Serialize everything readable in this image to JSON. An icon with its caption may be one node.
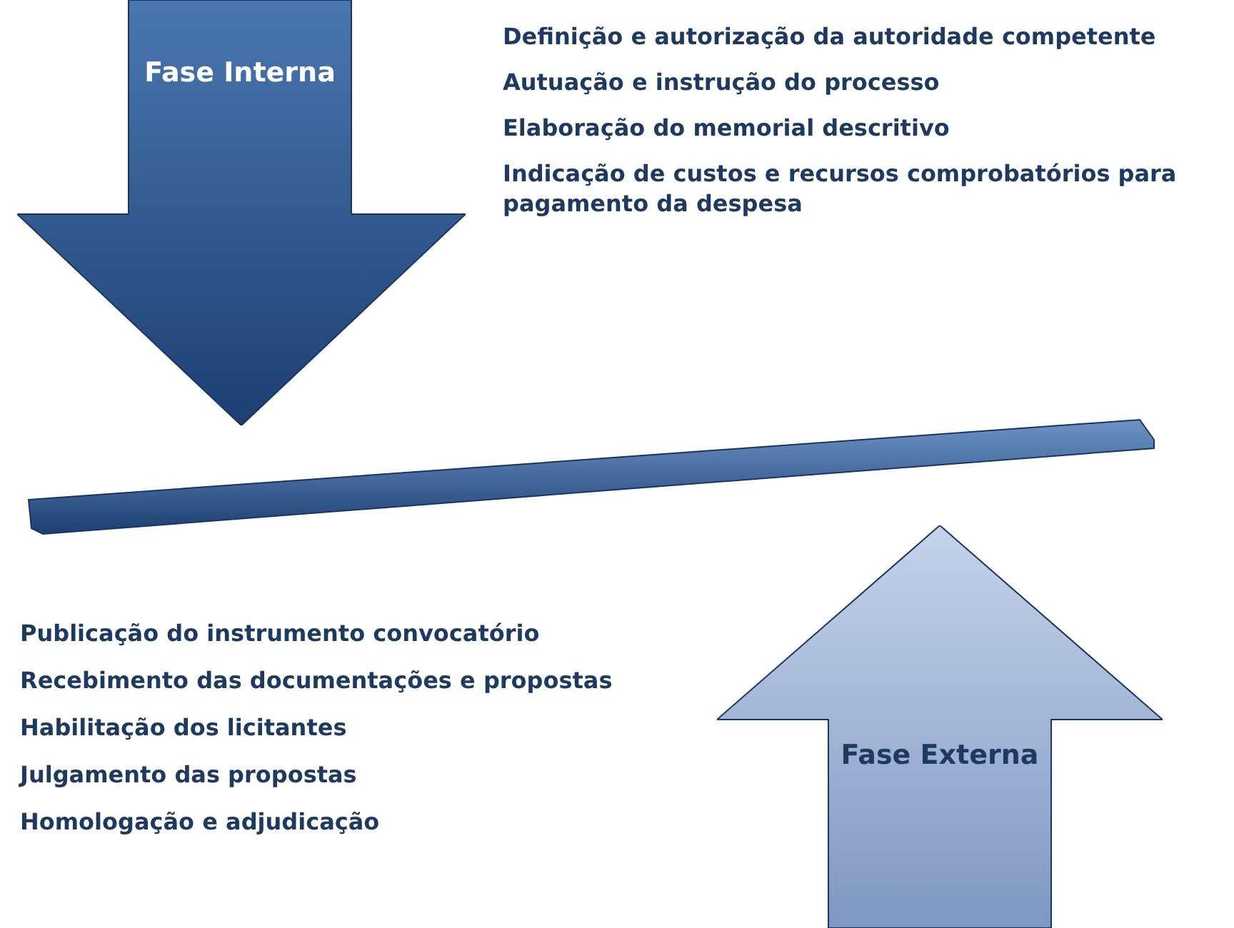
{
  "diagram": {
    "nodes": [
      {
        "text": [
          "Fase Interna"
        ]
      },
      {
        "text": [],
        "shape": "bar"
      },
      {
        "text": [
          "Fase Externa"
        ]
      }
    ],
    "labels": [
      "Definição e autorização da autoridade competente",
      "Autuação e instrução do processo",
      "Elaboração do memorial descritivo",
      "Indicação de custos e recursos comprobatórios para pagamento da despesa",
      "Publicação do instrumento convocatório",
      "Recebimento das documentações e propostas",
      "Habilitação dos licitantes",
      "Julgamento das propostas",
      "Homologação e adjudicação"
    ]
  }
}
